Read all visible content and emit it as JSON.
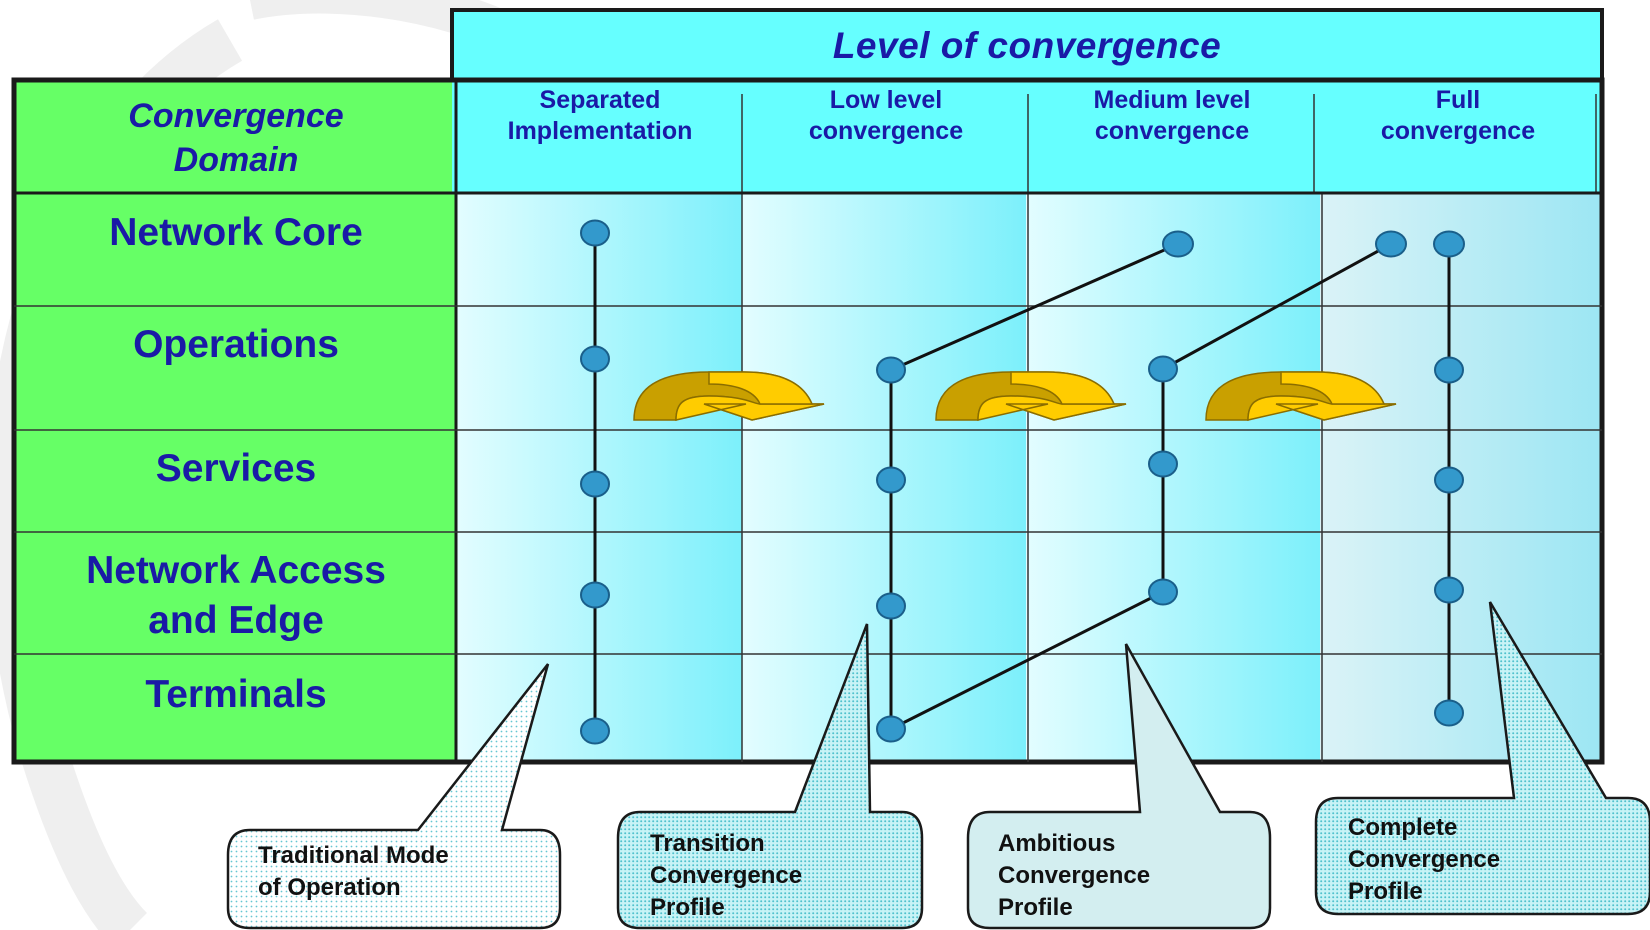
{
  "header": {
    "title": "Level of convergence"
  },
  "domain_header": "Convergence\nDomain",
  "columns": [
    {
      "label": "Separated\nImplementation"
    },
    {
      "label": "Low level\nconvergence"
    },
    {
      "label": "Medium level\nconvergence"
    },
    {
      "label": "Full\nconvergence"
    }
  ],
  "rows": [
    {
      "label": "Network Core"
    },
    {
      "label": "Operations"
    },
    {
      "label": "Services"
    },
    {
      "label": "Network Access\nand Edge"
    },
    {
      "label": "Terminals"
    }
  ],
  "callouts": [
    {
      "label": "Traditional Mode\nof Operation"
    },
    {
      "label": "Transition\nConvergence\nProfile"
    },
    {
      "label": "Ambitious\nConvergence\nProfile"
    },
    {
      "label": "Complete\nConvergence\nProfile"
    }
  ],
  "colors": {
    "domain_fill": "#66ff66",
    "header_fill": "#66ffff",
    "cell_fill_light": "#dcfcff",
    "cell_fill_mid": "#7ef2fb",
    "node_fill": "#3399cc",
    "arrow_fill": "#ffcc00",
    "arrow_dark": "#c9a000",
    "title_text": "#1a1aa6",
    "grid_line": "#1a1a1a"
  }
}
